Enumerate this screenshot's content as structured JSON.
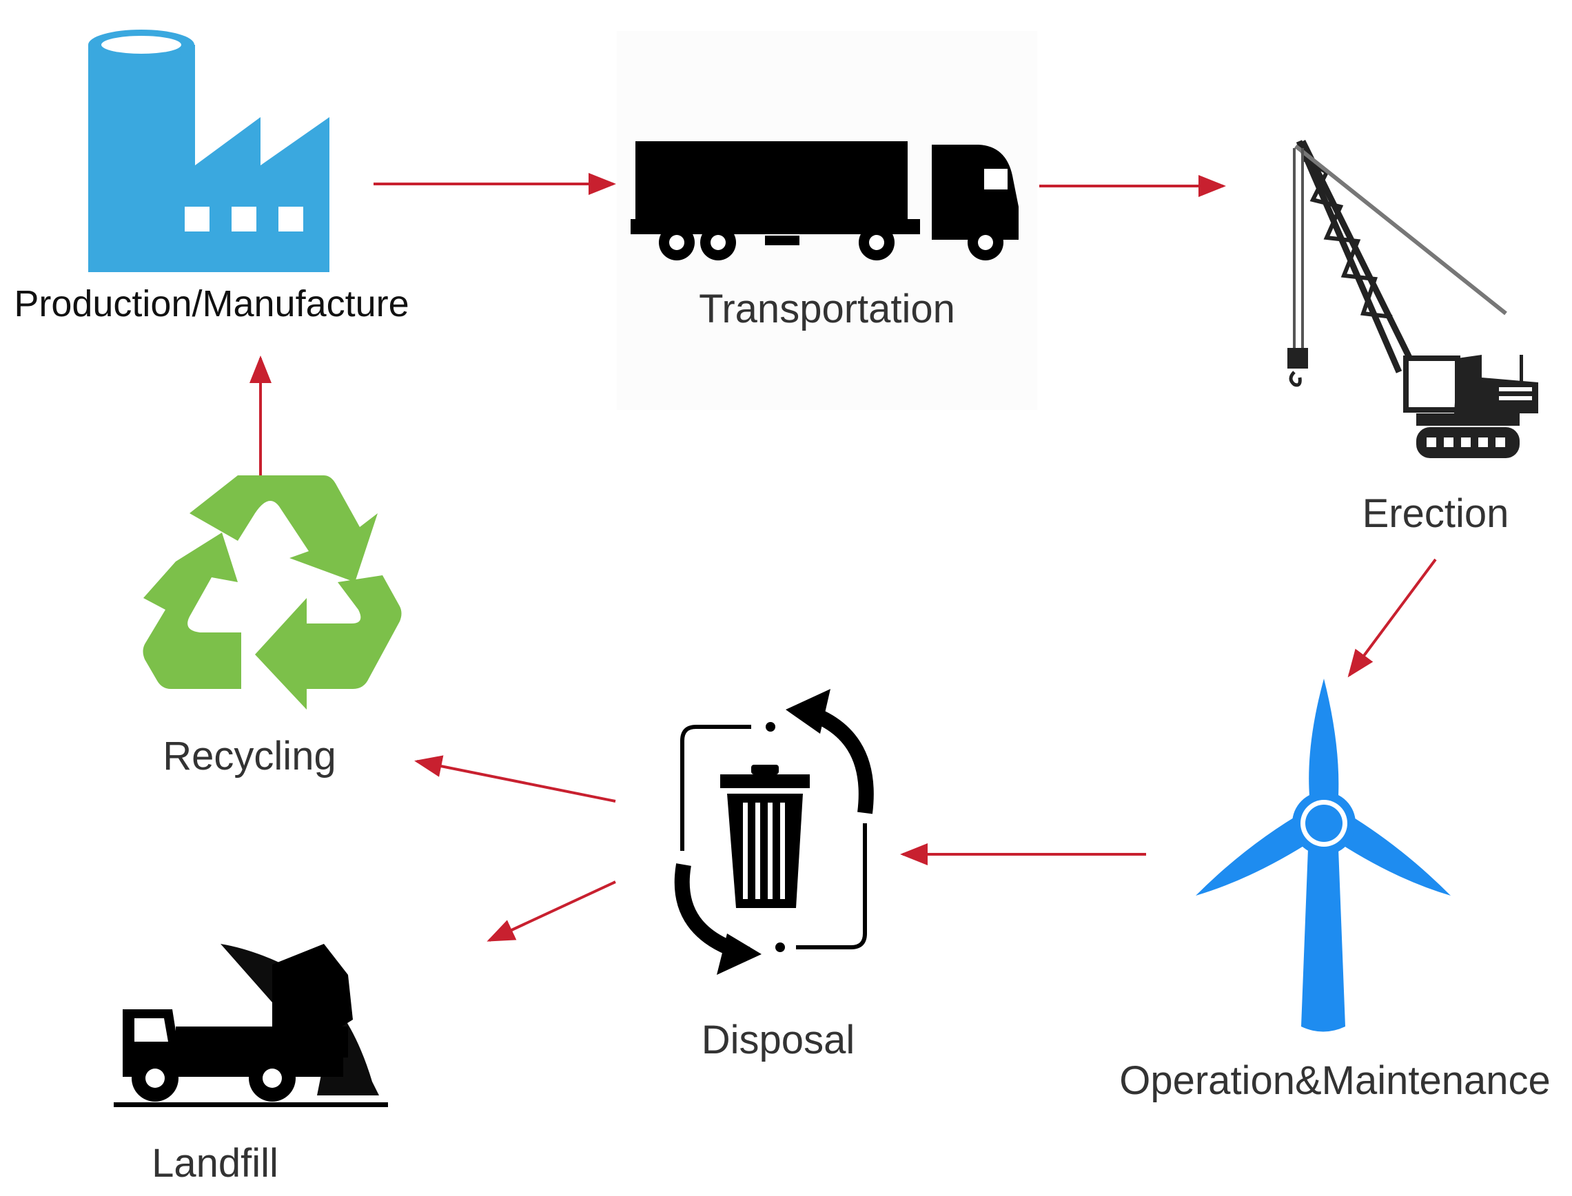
{
  "nodes": {
    "production": "Production/Manufacture",
    "transportation": "Transportation",
    "erection": "Erection",
    "operation": "Operation&Maintenance",
    "disposal": "Disposal",
    "recycling": "Recycling",
    "landfill": "Landfill"
  },
  "colors": {
    "arrow": "#c8202f",
    "factory": "#3aa8df",
    "recycle": "#7cc04a",
    "turbine": "#1e8cf0",
    "icon_dark": "#000000"
  },
  "icons": [
    "factory-icon",
    "truck-icon",
    "crane-icon",
    "wind-turbine-icon",
    "recycle-bin-icon",
    "recycle-icon",
    "dump-truck-icon"
  ]
}
